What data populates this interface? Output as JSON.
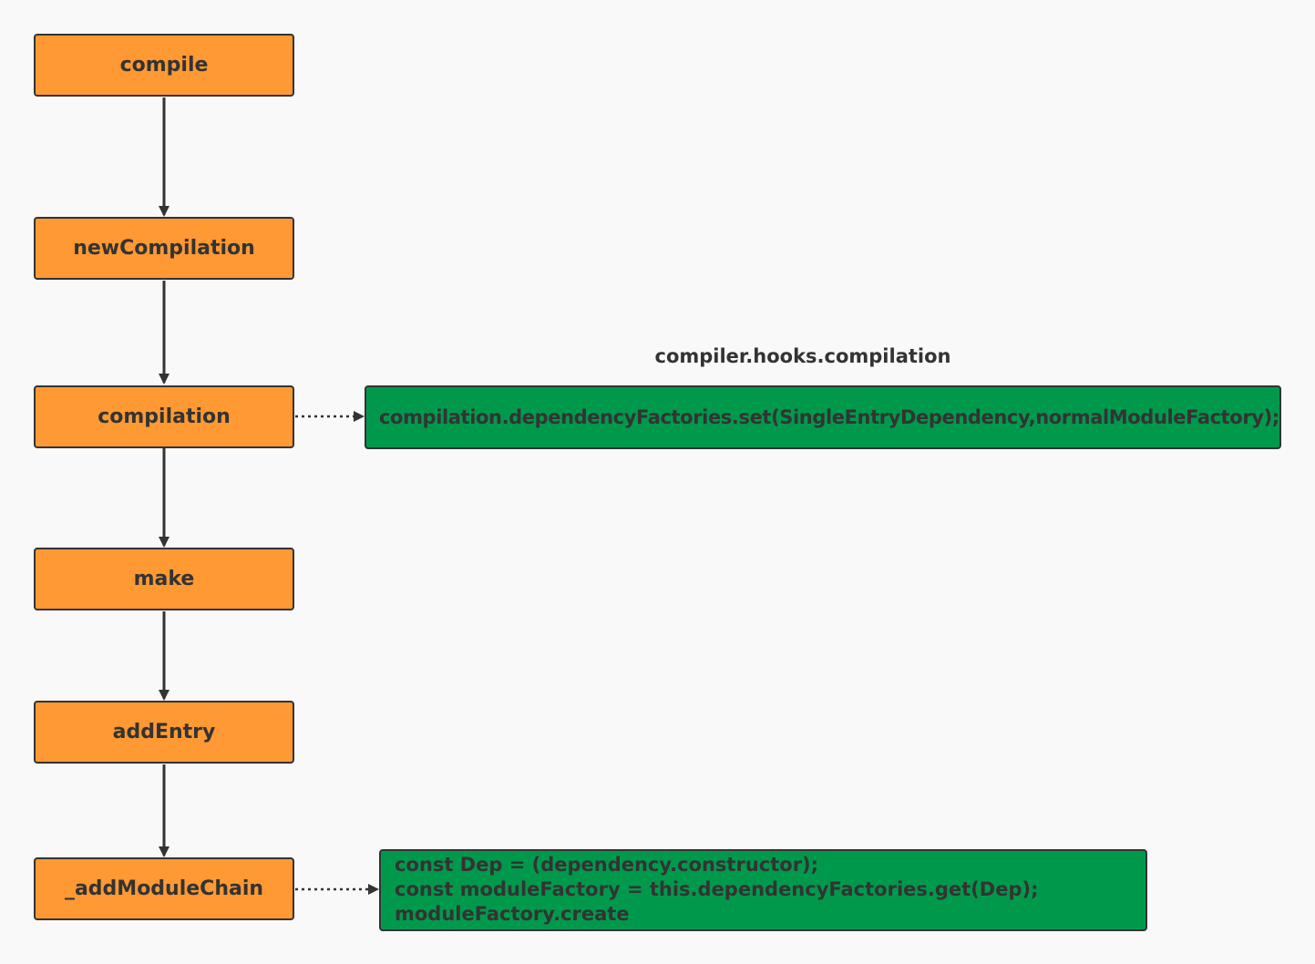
{
  "colors": {
    "node_fill": "#ff9933",
    "note_fill": "#00994c",
    "stroke": "#333333",
    "background": "#f9f9f9"
  },
  "nodes": {
    "compile": "compile",
    "newCompilation": "newCompilation",
    "compilation": "compilation",
    "make": "make",
    "addEntry": "addEntry",
    "addModuleChain": "_addModuleChain"
  },
  "hook_label": "compiler.hooks.compilation",
  "notes": {
    "compilation_note": "compilation.dependencyFactories.set(SingleEntryDependency,normalModuleFactory);",
    "module_chain_lines": [
      "const Dep = (dependency.constructor);",
      "const moduleFactory = this.dependencyFactories.get(Dep);",
      "moduleFactory.create"
    ]
  }
}
